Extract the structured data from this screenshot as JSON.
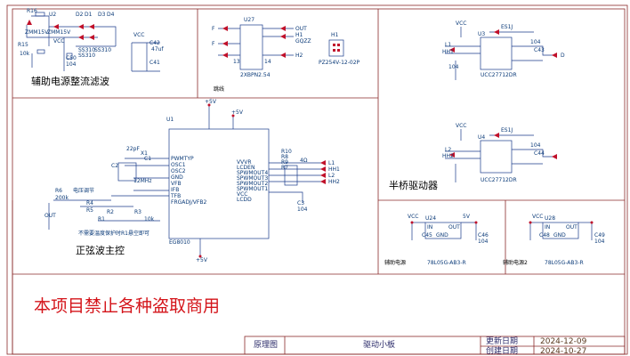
{
  "titles": {
    "aux_power": "辅助电源整流滤波",
    "sine_control": "正弦波主控",
    "half_bridge": "半桥驱动器",
    "aux_power_1": "辅助电源",
    "aux_power_2": "辅助电源2",
    "warning": "本项目禁止各种盗取商用"
  },
  "title_block": {
    "schematic_label": "原理图",
    "board_name": "驱动小板",
    "update_date_label": "更新日期",
    "update_date": "2024-12-09",
    "create_date_label": "创建日期",
    "create_date": "2024-10-27"
  },
  "labels": {
    "r16": "R16",
    "u2": "U2",
    "d2": "D2",
    "d1": "D1",
    "d3": "D3",
    "d4": "D4",
    "zmm15v_a": "ZMM15V",
    "zmm15v_b": "ZMM15V",
    "vcc_a": "VCC",
    "r15": "R15",
    "r15v": "10k",
    "c50": "C50",
    "c50v": "104",
    "ss310_a": "SS310",
    "ss310_b": "SS310",
    "ss310_c": "SS310",
    "vcc_b": "VCC",
    "c42": "C42",
    "c42v": "47uf",
    "c41": "C41",
    "f1": "F",
    "f2": "F",
    "u27": "U27",
    "out": "OUT",
    "h1lbl": "H1",
    "g2z": "GQZZ",
    "h2": "H2",
    "n13": "13",
    "n14": "14",
    "xbpn": "2XBPN2.54",
    "h1": "H1",
    "pz": "PZ254V-12-02P",
    "jumper": "跳线",
    "vcc_c": "VCC",
    "l1": "L1",
    "hh1": "HH1",
    "u3": "U3",
    "es1j_a": "ES1J",
    "c43": "C43",
    "v104a": "104",
    "n104b": "104",
    "ucc_a": "UCC27712DR",
    "d_a": "D",
    "vcc_d": "VCC",
    "l2": "L2",
    "hh2": "HH2",
    "u4": "U4",
    "es1j_b": "ES1J",
    "c44": "C44",
    "v104c": "104",
    "ucc_b": "UCC27712DR",
    "u1": "U1",
    "eg8010": "EG8010",
    "c2": "C2",
    "c1": "C1",
    "x1": "X1",
    "f12mhz": "12MHz",
    "c22pf": "22pF",
    "r6": "R6",
    "r6v": "200k",
    "r4": "R4",
    "r5": "R5",
    "r2": "R2",
    "r3": "R3",
    "r1": "R1",
    "v10k": "10k",
    "out2": "OUT",
    "pot": "电压调节",
    "note_r1": "不需要温度保护时R1悬空即可",
    "p5v_a": "+5V",
    "p5v_b": "+5V",
    "p5v_c": "+5V",
    "r10": "R10",
    "r8": "R8",
    "r9": "R9",
    "r7": "R7",
    "v4": "4Ω",
    "c3": "C3",
    "c3v": "104",
    "pin_vvvr": "VVVR",
    "pin_lcden": "LCDEN",
    "pin_spwm4": "SPWMOUT4",
    "pin_spwm3": "SPWMOUT3",
    "pin_spwm2": "SPWMOUT2",
    "pin_spwm1": "SPWMOUT1",
    "pin_vcc": "VCC",
    "pin_lcdd": "LCDD",
    "pin_pwmtyp": "PWMTYP",
    "pin_osc1": "OSC1",
    "pin_osc2": "OSC2",
    "pin_gnd": "GND",
    "pin_vfb": "VFB",
    "pin_ifb": "IFB",
    "pin_tfb": "TFB",
    "pin_frgado": "FRGADJ/VFB2",
    "out_l1": "L1",
    "out_hh1": "HH1",
    "out_l2": "L2",
    "out_hh2": "HH2",
    "vcc_e": "VCC",
    "u24": "U24",
    "p5v_d": "5V",
    "in_a": "IN",
    "out_a": "OUT",
    "gnd_a": "GND",
    "c45": "C45",
    "c46": "C46",
    "v104d": "104",
    "reg_a": "78L05G-AB3-R",
    "vcc_f": "VCC",
    "u28": "U28",
    "in_b": "IN",
    "out_b": "OUT",
    "gnd_b": "GND",
    "c48": "C48",
    "c49": "C49",
    "v104e": "104",
    "reg_b": "78L05G-AB3-R"
  }
}
